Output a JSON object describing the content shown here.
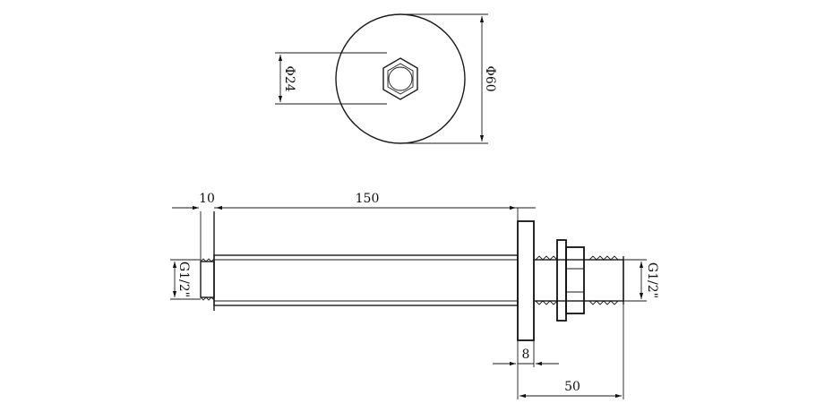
{
  "top_view": {
    "inner_diameter_label": "Φ24",
    "outer_diameter_label": "Φ60"
  },
  "side_view": {
    "length_left_label": "10",
    "length_main_label": "150",
    "thread_left_label": "G1/2\"",
    "thread_right_label": "G1/2\"",
    "flange_thickness_label": "8",
    "protrusion_label": "50"
  }
}
